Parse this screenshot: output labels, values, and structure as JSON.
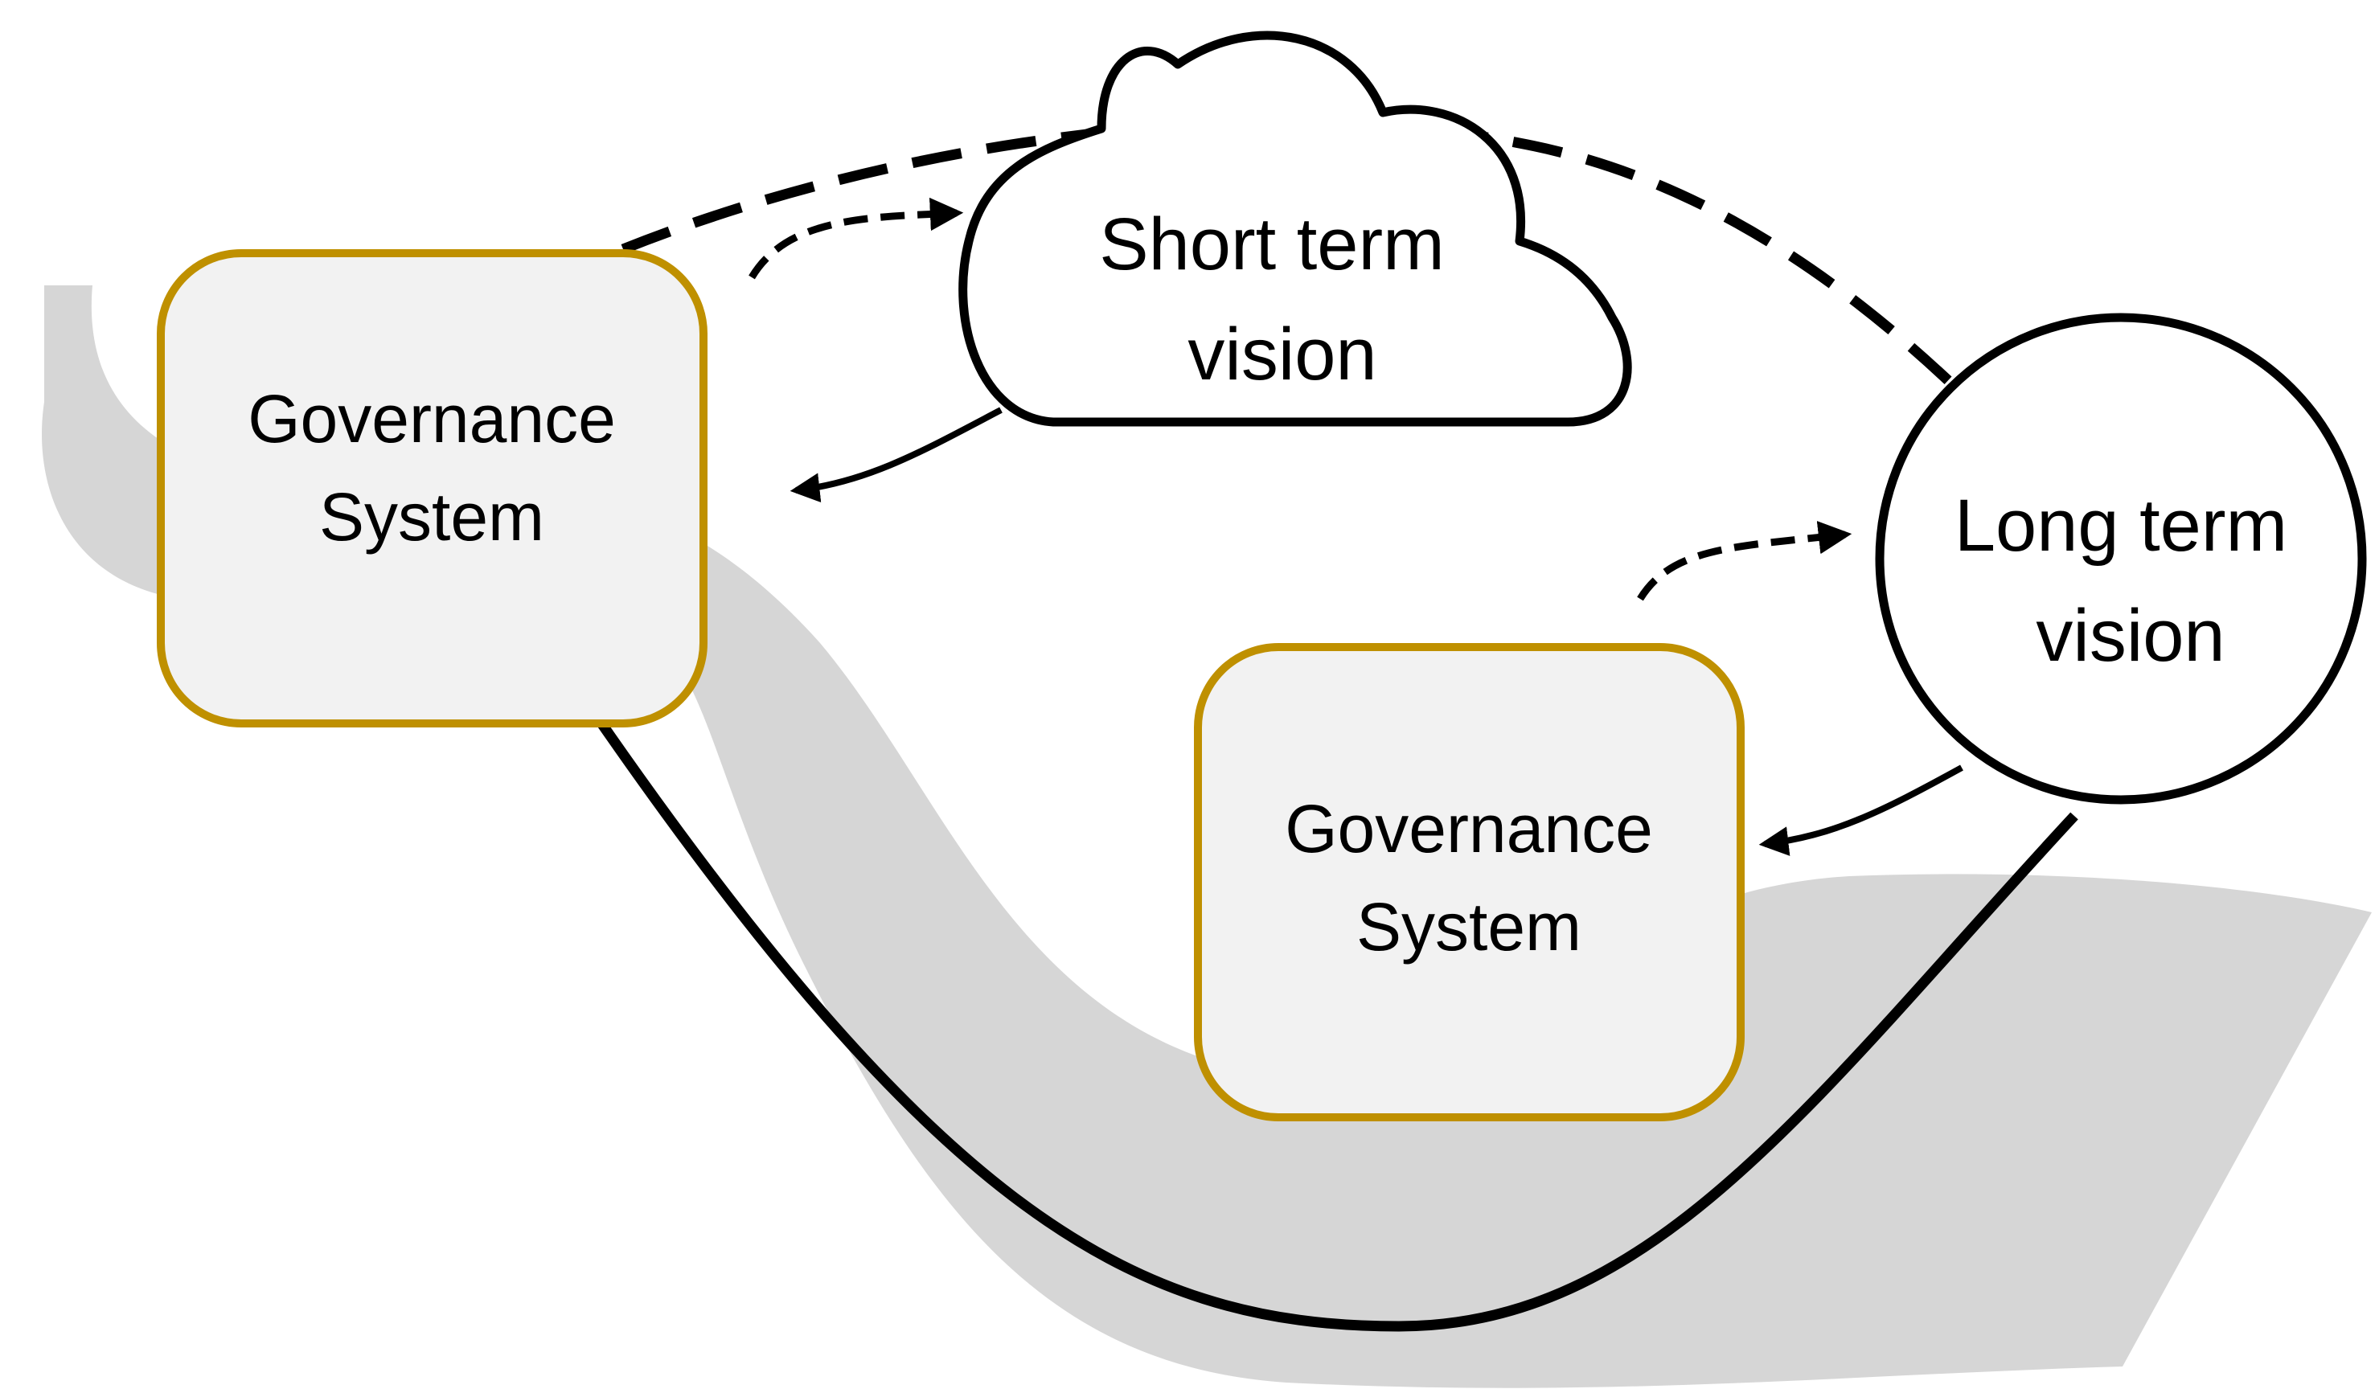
{
  "colors": {
    "box_border": "#BF9000",
    "box_fill": "#F2F2F2",
    "shadow": "#D6D6D6",
    "line": "#000000",
    "background": "#FFFFFF"
  },
  "governance_system_1": {
    "line1": "Governance",
    "line2": "System"
  },
  "governance_system_2": {
    "line1": "Governance",
    "line2": "System"
  },
  "short_term_vision": {
    "line1": "Short term",
    "line2": "vision"
  },
  "long_term_vision": {
    "line1": "Long term",
    "line2": "vision"
  }
}
